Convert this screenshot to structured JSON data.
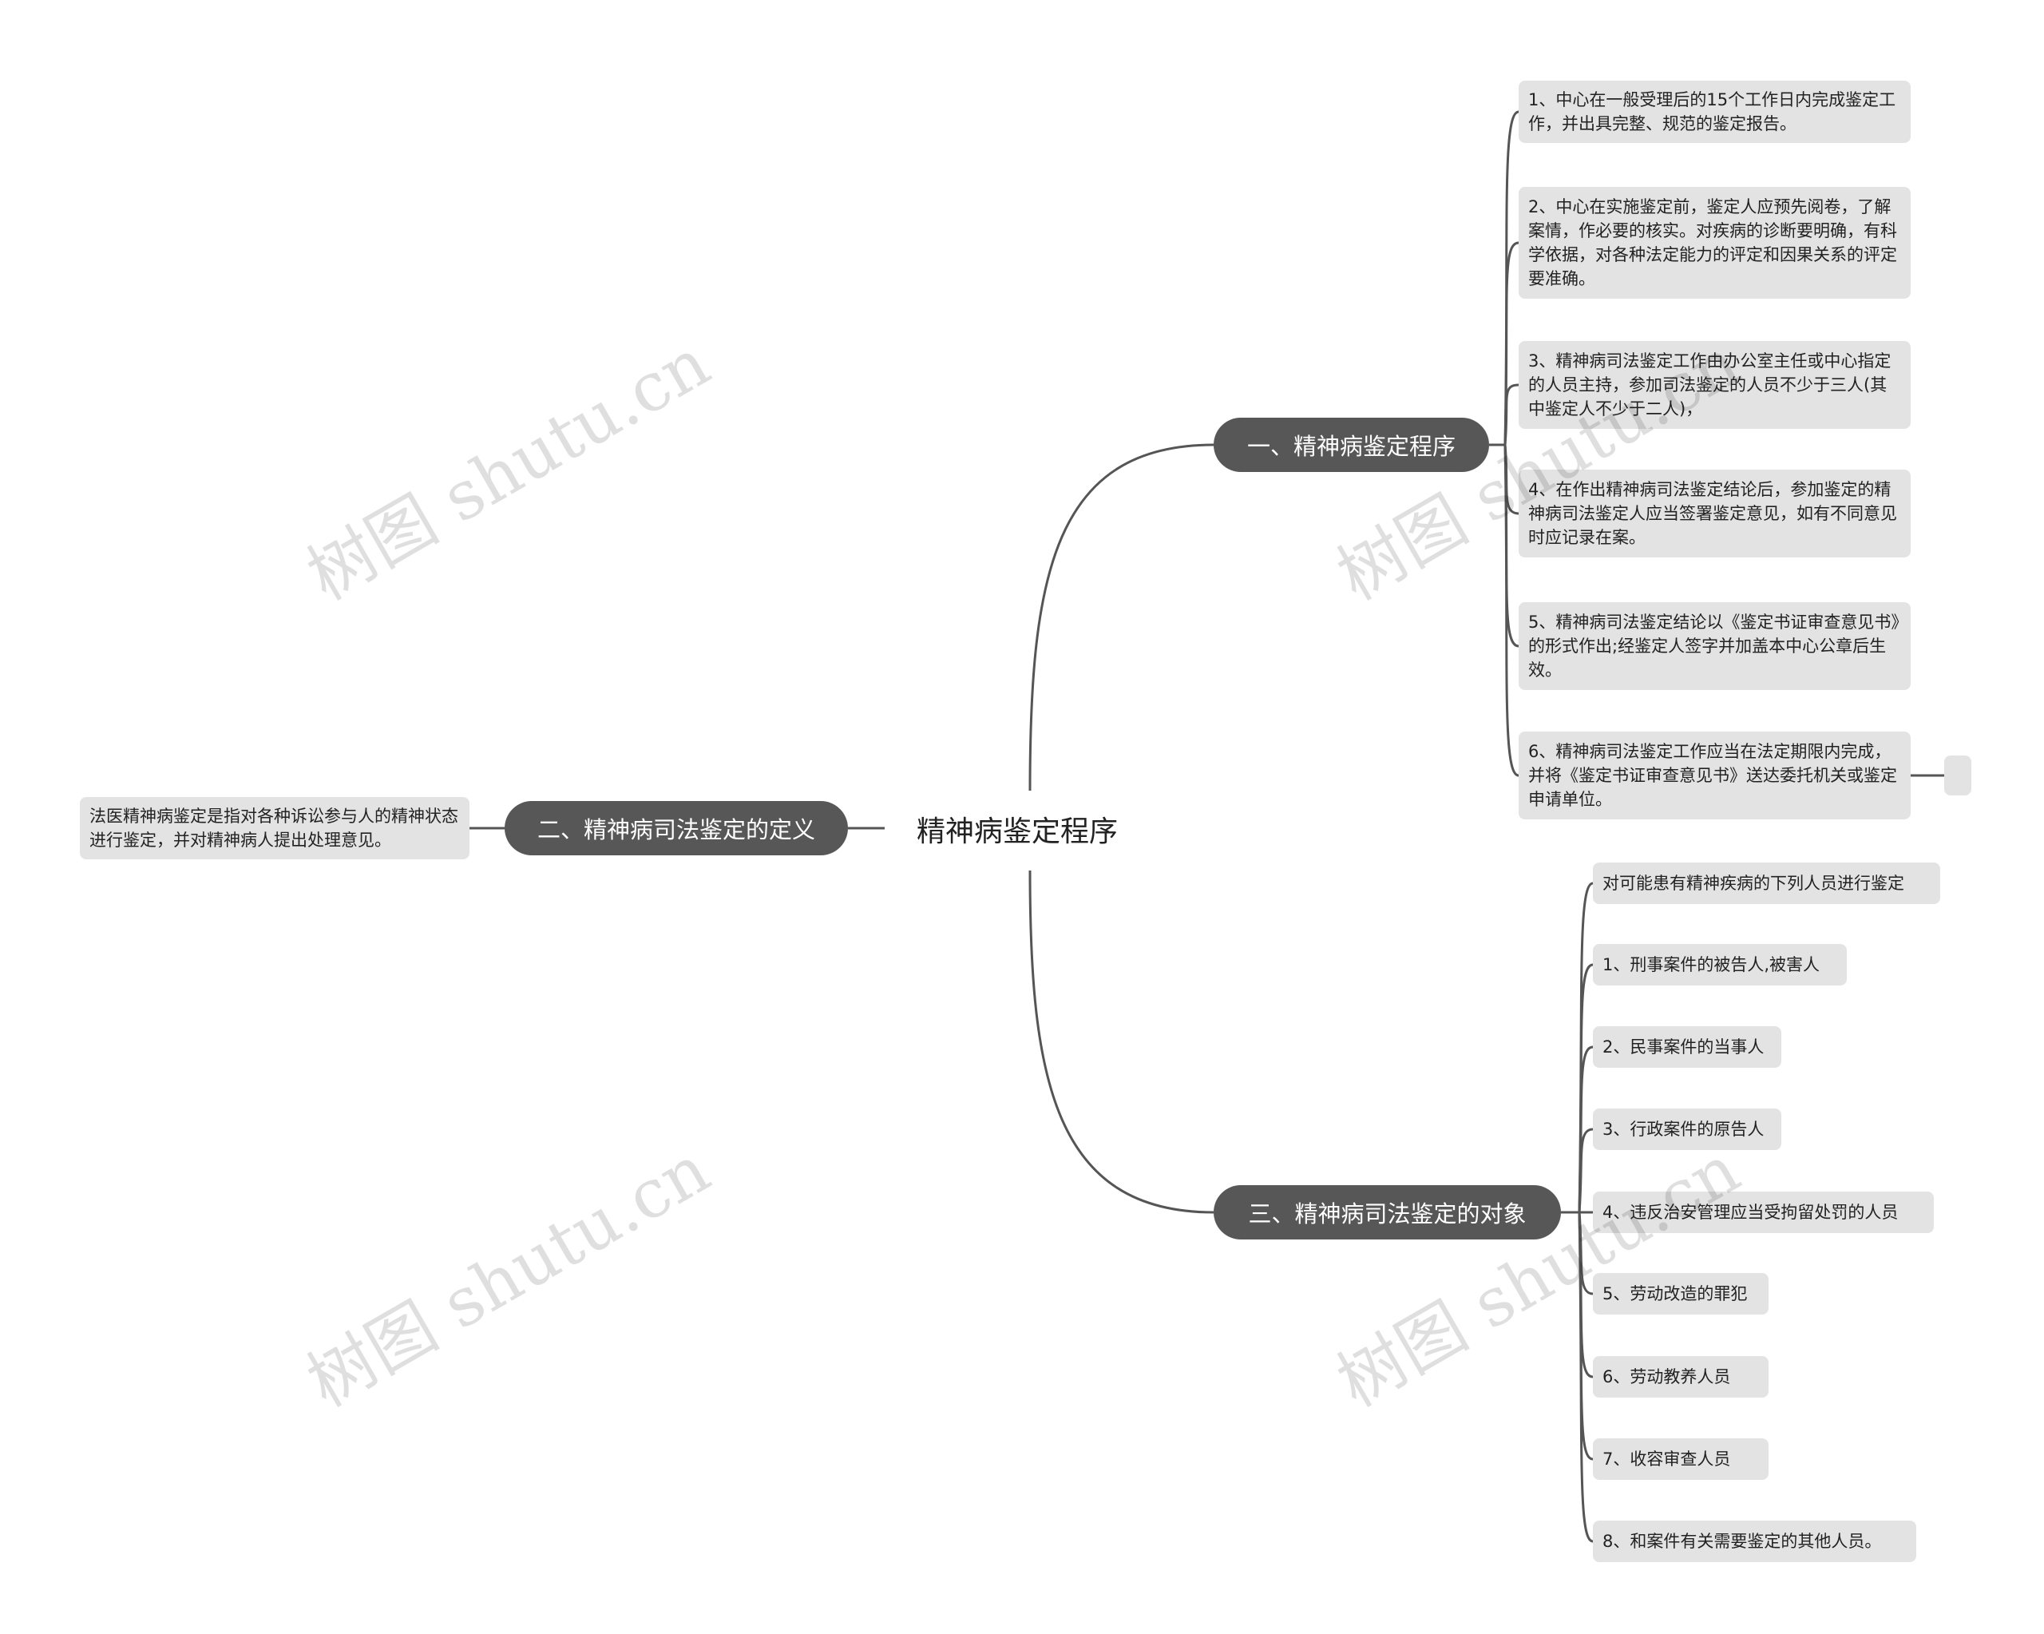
{
  "root": {
    "label": "精神病鉴定程序"
  },
  "branches": {
    "procedure": {
      "label": "一、精神病鉴定程序",
      "items": [
        "1、中心在一般受理后的15个工作日内完成鉴定工作，并出具完整、规范的鉴定报告。",
        "2、中心在实施鉴定前，鉴定人应预先阅卷，了解案情，作必要的核实。对疾病的诊断要明确，有科学依据，对各种法定能力的评定和因果关系的评定要准确。",
        "3、精神病司法鉴定工作由办公室主任或中心指定的人员主持，参加司法鉴定的人员不少于三人(其中鉴定人不少于二人)，",
        "4、在作出精神病司法鉴定结论后，参加鉴定的精神病司法鉴定人应当签署鉴定意见，如有不同意见时应记录在案。",
        "5、精神病司法鉴定结论以《鉴定书证审查意见书》的形式作出;经鉴定人签字并加盖本中心公章后生效。",
        "6、精神病司法鉴定工作应当在法定期限内完成，并将《鉴定书证审查意见书》送达委托机关或鉴定申请单位。"
      ]
    },
    "definition": {
      "label": "二、精神病司法鉴定的定义",
      "items": [
        "法医精神病鉴定是指对各种诉讼参与人的精神状态进行鉴定，并对精神病人提出处理意见。"
      ]
    },
    "subjects": {
      "label": "三、精神病司法鉴定的对象",
      "items": [
        "对可能患有精神疾病的下列人员进行鉴定",
        "1、刑事案件的被告人,被害人",
        "2、民事案件的当事人",
        "3、行政案件的原告人",
        "4、违反治安管理应当受拘留处罚的人员",
        "5、劳动改造的罪犯",
        "6、劳动教养人员",
        "7、收容审查人员",
        "8、和案件有关需要鉴定的其他人员。"
      ]
    }
  },
  "watermark": "树图 shutu.cn",
  "colors": {
    "branch_bg": "#575757",
    "leaf_bg": "#e3e3e3",
    "line": "#555555"
  }
}
